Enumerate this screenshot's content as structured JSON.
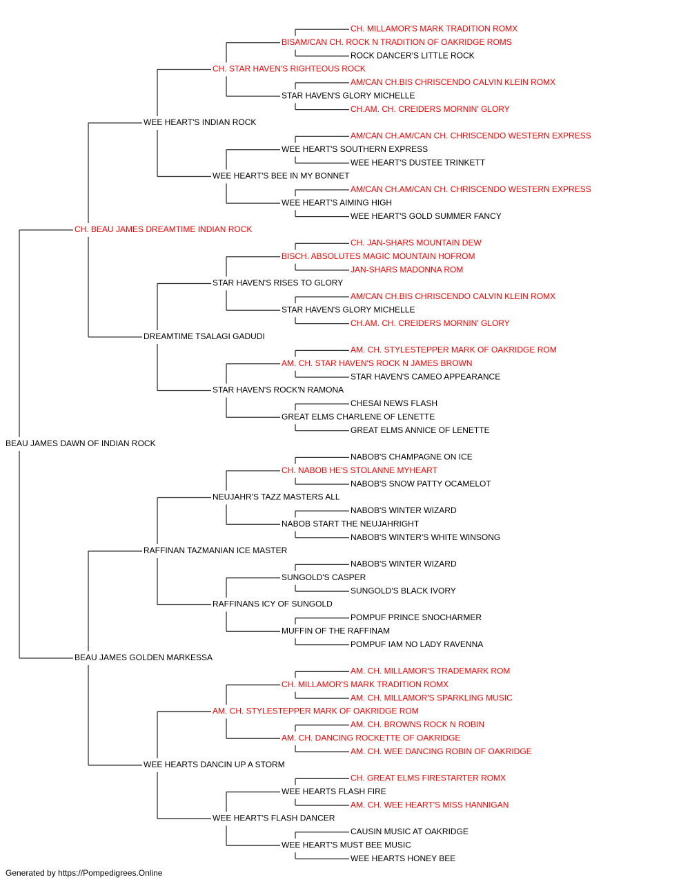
{
  "colors": {
    "champion": "#ff0000",
    "normal": "#000000",
    "line": "#333333"
  },
  "footer": "Generated by https://Pompedigrees.Online",
  "pedigree": {
    "name": "BEAU JAMES DAWN OF INDIAN ROCK",
    "champion": false,
    "sire": {
      "name": "CH. BEAU JAMES DREAMTIME INDIAN ROCK",
      "champion": true,
      "sire": {
        "name": "WEE HEART'S INDIAN ROCK",
        "champion": false,
        "sire": {
          "name": "CH. STAR HAVEN'S RIGHTEOUS ROCK",
          "champion": true,
          "sire": {
            "name": "BISAM/CAN CH. ROCK N TRADITION OF OAKRIDGE ROMS",
            "champion": true,
            "sire": {
              "name": "CH. MILLAMOR'S MARK TRADITION ROMX",
              "champion": true
            },
            "dam": {
              "name": "ROCK DANCER'S LITTLE ROCK",
              "champion": false
            }
          },
          "dam": {
            "name": "STAR HAVEN'S GLORY MICHELLE",
            "champion": false,
            "sire": {
              "name": "AM/CAN CH.BIS CHRISCENDO CALVIN KLEIN ROMX",
              "champion": true
            },
            "dam": {
              "name": "CH.AM. CH. CREIDERS MORNIN' GLORY",
              "champion": true
            }
          }
        },
        "dam": {
          "name": "WEE HEART'S BEE IN MY BONNET",
          "champion": false,
          "sire": {
            "name": "WEE HEART'S SOUTHERN EXPRESS",
            "champion": false,
            "sire": {
              "name": "AM/CAN CH.AM/CAN CH. CHRISCENDO WESTERN EXPRESS",
              "champion": true
            },
            "dam": {
              "name": "WEE HEART'S DUSTEE TRINKETT",
              "champion": false
            }
          },
          "dam": {
            "name": "WEE HEART'S AIMING HIGH",
            "champion": false,
            "sire": {
              "name": "AM/CAN CH.AM/CAN CH. CHRISCENDO WESTERN EXPRESS",
              "champion": true
            },
            "dam": {
              "name": "WEE HEART'S GOLD SUMMER FANCY",
              "champion": false
            }
          }
        }
      },
      "dam": {
        "name": "DREAMTIME TSALAGI GADUDI",
        "champion": false,
        "sire": {
          "name": "STAR HAVEN'S RISES TO GLORY",
          "champion": false,
          "sire": {
            "name": "BISCH. ABSOLUTES MAGIC MOUNTAIN HOFROM",
            "champion": true,
            "sire": {
              "name": "CH. JAN-SHARS MOUNTAIN DEW",
              "champion": true
            },
            "dam": {
              "name": "JAN-SHARS MADONNA ROM",
              "champion": true
            }
          },
          "dam": {
            "name": "STAR HAVEN'S GLORY MICHELLE",
            "champion": false,
            "sire": {
              "name": "AM/CAN CH.BIS CHRISCENDO CALVIN KLEIN ROMX",
              "champion": true
            },
            "dam": {
              "name": "CH.AM. CH. CREIDERS MORNIN' GLORY",
              "champion": true
            }
          }
        },
        "dam": {
          "name": "STAR HAVEN'S ROCK'N RAMONA",
          "champion": false,
          "sire": {
            "name": "AM. CH. STAR HAVEN'S ROCK N JAMES BROWN",
            "champion": true,
            "sire": {
              "name": "AM. CH. STYLESTEPPER MARK OF OAKRIDGE ROM",
              "champion": true
            },
            "dam": {
              "name": "STAR HAVEN'S CAMEO APPEARANCE",
              "champion": false
            }
          },
          "dam": {
            "name": "GREAT ELMS CHARLENE OF LENETTE",
            "champion": false,
            "sire": {
              "name": "CHESAI NEWS FLASH",
              "champion": false
            },
            "dam": {
              "name": "GREAT ELMS ANNICE OF LENETTE",
              "champion": false
            }
          }
        }
      }
    },
    "dam": {
      "name": "BEAU JAMES GOLDEN MARKESSA",
      "champion": false,
      "sire": {
        "name": "RAFFINAN TAZMANIAN ICE MASTER",
        "champion": false,
        "sire": {
          "name": "NEUJAHR'S TAZZ MASTERS ALL",
          "champion": false,
          "sire": {
            "name": "CH. NABOB HE'S STOLANNE MYHEART",
            "champion": true,
            "sire": {
              "name": "NABOB'S CHAMPAGNE ON ICE",
              "champion": false
            },
            "dam": {
              "name": "NABOB'S SNOW PATTY OCAMELOT",
              "champion": false
            }
          },
          "dam": {
            "name": "NABOB START THE NEUJAHRIGHT",
            "champion": false,
            "sire": {
              "name": "NABOB'S WINTER WIZARD",
              "champion": false
            },
            "dam": {
              "name": "NABOB'S WINTER'S WHITE WINSONG",
              "champion": false
            }
          }
        },
        "dam": {
          "name": "RAFFINANS ICY OF SUNGOLD",
          "champion": false,
          "sire": {
            "name": "SUNGOLD'S CASPER",
            "champion": false,
            "sire": {
              "name": "NABOB'S WINTER WIZARD",
              "champion": false
            },
            "dam": {
              "name": "SUNGOLD'S BLACK IVORY",
              "champion": false
            }
          },
          "dam": {
            "name": "MUFFIN OF THE RAFFINAM",
            "champion": false,
            "sire": {
              "name": "POMPUF PRINCE SNOCHARMER",
              "champion": false
            },
            "dam": {
              "name": "POMPUF IAM NO LADY RAVENNA",
              "champion": false
            }
          }
        }
      },
      "dam": {
        "name": "WEE HEARTS DANCIN UP A STORM",
        "champion": false,
        "sire": {
          "name": "AM. CH. STYLESTEPPER MARK OF OAKRIDGE ROM",
          "champion": true,
          "sire": {
            "name": "CH. MILLAMOR'S MARK TRADITION ROMX",
            "champion": true,
            "sire": {
              "name": "AM. CH. MILLAMOR'S TRADEMARK ROM",
              "champion": true
            },
            "dam": {
              "name": "AM. CH. MILLAMOR'S SPARKLING MUSIC",
              "champion": true
            }
          },
          "dam": {
            "name": "AM. CH. DANCING ROCKETTE OF OAKRIDGE",
            "champion": true,
            "sire": {
              "name": "AM. CH. BROWNS ROCK N ROBIN",
              "champion": true
            },
            "dam": {
              "name": "AM. CH. WEE DANCING ROBIN OF OAKRIDGE",
              "champion": true
            }
          }
        },
        "dam": {
          "name": "WEE HEART'S FLASH DANCER",
          "champion": false,
          "sire": {
            "name": "WEE HEARTS FLASH FIRE",
            "champion": false,
            "sire": {
              "name": "CH. GREAT ELMS FIRESTARTER ROMX",
              "champion": true
            },
            "dam": {
              "name": "AM. CH. WEE HEART'S MISS HANNIGAN",
              "champion": true
            }
          },
          "dam": {
            "name": "WEE HEART'S MUST BEE MUSIC",
            "champion": false,
            "sire": {
              "name": "CAUSIN MUSIC AT OAKRIDGE",
              "champion": false
            },
            "dam": {
              "name": "WEE HEARTS HONEY BEE",
              "champion": false
            }
          }
        }
      }
    }
  }
}
